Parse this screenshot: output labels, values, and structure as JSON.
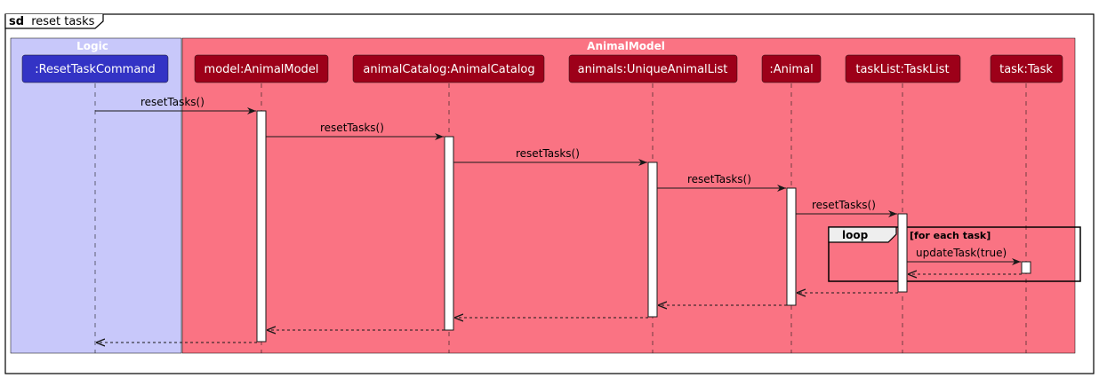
{
  "frame": {
    "keyword": "sd",
    "name": "reset tasks"
  },
  "boxes": [
    {
      "id": "logic",
      "title": "Logic",
      "color": "#c8c8fa"
    },
    {
      "id": "model",
      "title": "AnimalModel",
      "color": "#fa7383"
    }
  ],
  "participants": [
    {
      "id": "cmd",
      "label": ":ResetTaskCommand",
      "color": "#3333c5"
    },
    {
      "id": "model",
      "label": "model:AnimalModel",
      "color": "#9d0019"
    },
    {
      "id": "catalog",
      "label": "animalCatalog:AnimalCatalog",
      "color": "#9d0019"
    },
    {
      "id": "animals",
      "label": "animals:UniqueAnimalList",
      "color": "#9d0019"
    },
    {
      "id": "animal",
      "label": ":Animal",
      "color": "#9d0019"
    },
    {
      "id": "tasklist",
      "label": "taskList:TaskList",
      "color": "#9d0019"
    },
    {
      "id": "task",
      "label": "task:Task",
      "color": "#9d0019"
    }
  ],
  "messages": [
    {
      "id": "m1",
      "label": "resetTasks()"
    },
    {
      "id": "m2",
      "label": "resetTasks()"
    },
    {
      "id": "m3",
      "label": "resetTasks()"
    },
    {
      "id": "m4",
      "label": "resetTasks()"
    },
    {
      "id": "m5",
      "label": "resetTasks()"
    },
    {
      "id": "m6",
      "label": "updateTask(true)"
    }
  ],
  "loop": {
    "keyword": "loop",
    "guard": "[for each task]"
  }
}
